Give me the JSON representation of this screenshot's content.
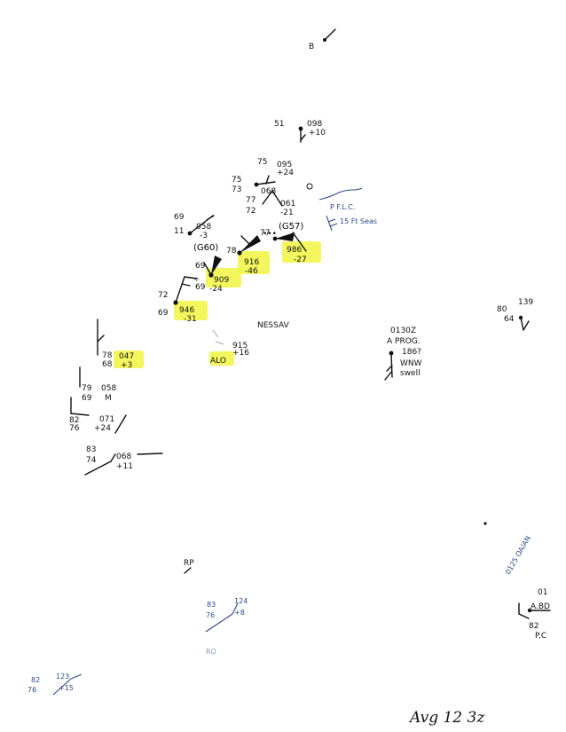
{
  "title_note": "Avg 12 3z",
  "annotations": {
    "nessav": "NESSAV",
    "p_flc": "P F.L.C.",
    "swell_15ft": "15 Ft Seas",
    "obs_0130z": "0130Z",
    "a_prog": "A PROG.",
    "prog_186": "186?",
    "wnw_swell_1": "WNW",
    "wnw_swell_2": "swell",
    "g60": "(G60)",
    "g57": "(G57)",
    "sig_0125": "0125 OA/AN",
    "aircraft_ab": "A.BD",
    "pc": "P.C"
  },
  "stations": [
    {
      "id": "s-top",
      "temp": "",
      "dew": "",
      "pressure": "",
      "tendency": "",
      "mark": "B"
    },
    {
      "id": "s1",
      "temp": "51",
      "dew": "",
      "pressure": "098",
      "tendency": "+10"
    },
    {
      "id": "s2",
      "temp": "75",
      "dew": "",
      "pressure": "095",
      "tendency": "+24"
    },
    {
      "id": "s3",
      "temp": "75",
      "dew": "73",
      "pressure": "068",
      "tendency": ""
    },
    {
      "id": "s4",
      "temp": "77",
      "dew": "72",
      "pressure": "061",
      "tendency": "-21"
    },
    {
      "id": "s5",
      "temp": "69",
      "dew": "11",
      "pressure": "058",
      "tendency": "-3"
    },
    {
      "id": "s6",
      "temp": "78",
      "dew": "",
      "pressure": "916",
      "tendency": "-46",
      "highlight": true
    },
    {
      "id": "s7",
      "temp": "77",
      "dew": "",
      "pressure": "986",
      "tendency": "-27",
      "highlight": true
    },
    {
      "id": "s8",
      "temp": "69",
      "dew": "69",
      "pressure": "909",
      "tendency": "-24",
      "highlight": true
    },
    {
      "id": "s9",
      "temp": "72",
      "dew": "69",
      "pressure": "946",
      "tendency": "-31",
      "highlight": true
    },
    {
      "id": "s10",
      "temp": "78",
      "dew": "68",
      "pressure": "047",
      "tendency": "+3",
      "highlight": true
    },
    {
      "id": "s11",
      "temp": "79",
      "dew": "69",
      "pressure": "058",
      "tendency": "M"
    },
    {
      "id": "s12",
      "temp": "82",
      "dew": "76",
      "pressure": "071",
      "tendency": "+24"
    },
    {
      "id": "s13",
      "temp": "83",
      "dew": "74",
      "pressure": "068",
      "tendency": "+11"
    },
    {
      "id": "s14",
      "temp": "",
      "dew": "",
      "pressure": "915",
      "tendency": "+16",
      "highlight": true,
      "mark": "ALO"
    },
    {
      "id": "s15",
      "temp": "80",
      "dew": "",
      "pressure": "139",
      "tendency": "",
      "mark": "64"
    },
    {
      "id": "s16",
      "temp": "83",
      "dew": "76",
      "pressure": "124",
      "tendency": "+8"
    },
    {
      "id": "s17",
      "temp": "82",
      "dew": "76",
      "pressure": "123",
      "tendency": "+15"
    },
    {
      "id": "s18",
      "temp": "",
      "dew": "",
      "pressure": "",
      "tendency": "",
      "mark": "RP"
    },
    {
      "id": "s19",
      "temp": "01",
      "dew": "82",
      "pressure": "",
      "tendency": ""
    }
  ]
}
